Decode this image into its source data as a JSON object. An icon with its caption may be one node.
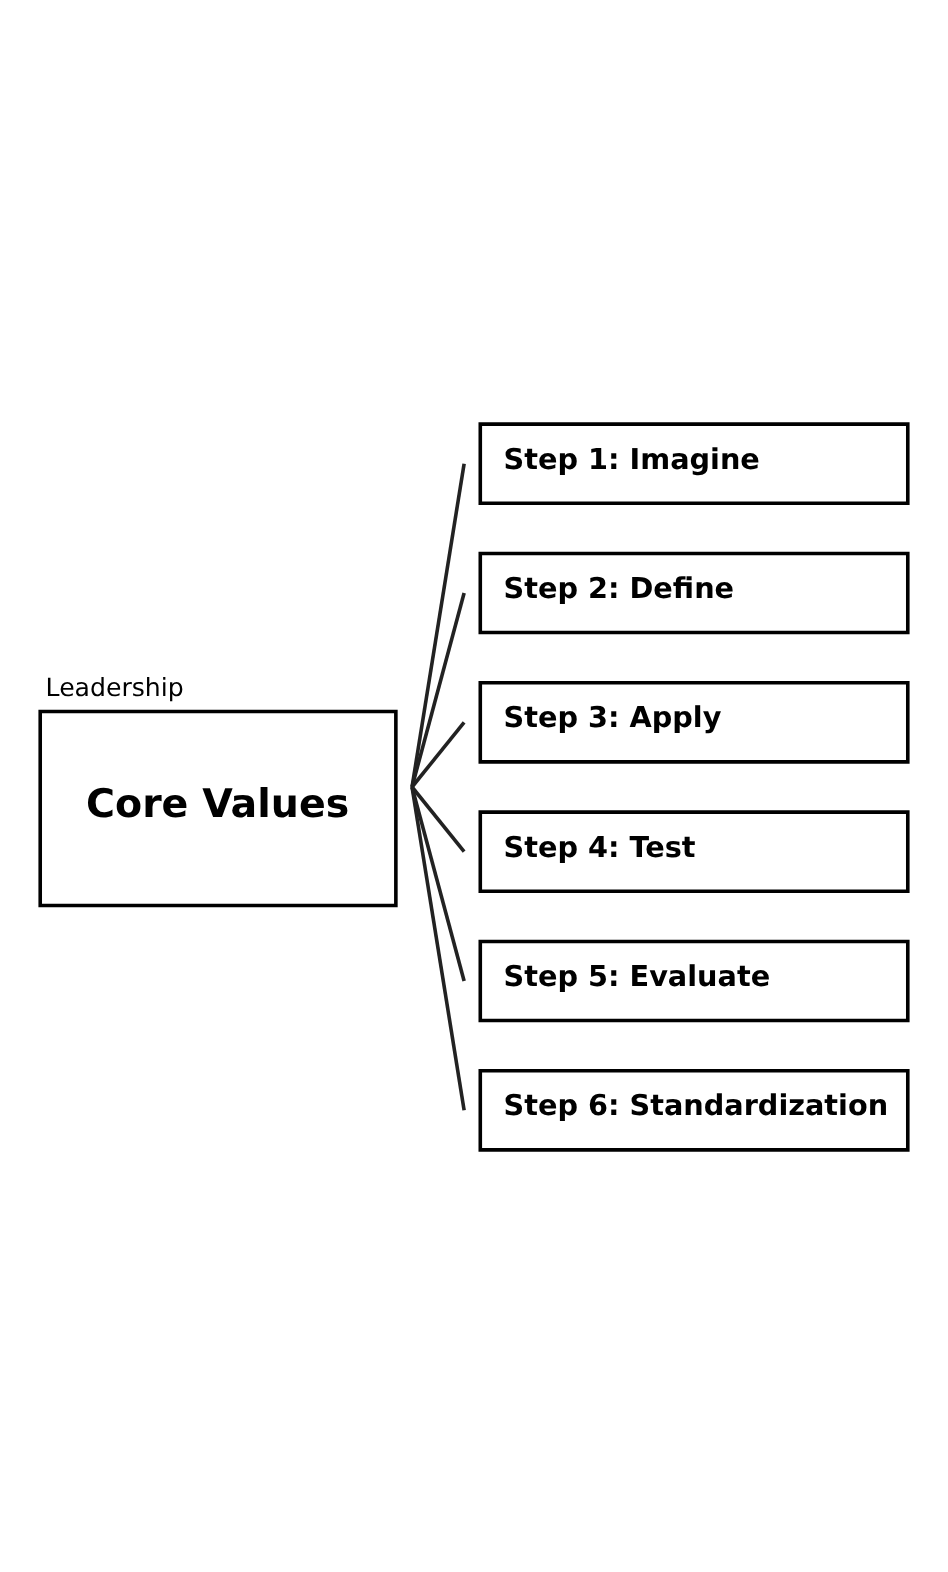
{
  "diagram": {
    "nodes": [
      {
        "text": [
          "Leadership",
          "Core Values"
        ]
      },
      {
        "text": [
          "Step 1: Imagine"
        ]
      },
      {
        "text": [
          "Step 2: Define"
        ]
      },
      {
        "text": [
          "Step 3: Apply"
        ]
      },
      {
        "text": [
          "Step 4: Test"
        ]
      },
      {
        "text": [
          "Step 5: Evaluate"
        ]
      },
      {
        "text": [
          "Step 6: Standardization"
        ]
      }
    ],
    "edges": [
      {
        "from": 0,
        "to": 1,
        "arrow": "none"
      },
      {
        "from": 0,
        "to": 2,
        "arrow": "none"
      },
      {
        "from": 0,
        "to": 3,
        "arrow": "none"
      },
      {
        "from": 0,
        "to": 4,
        "arrow": "none"
      },
      {
        "from": 0,
        "to": 5,
        "arrow": "none"
      },
      {
        "from": 0,
        "to": 6,
        "arrow": "none"
      }
    ]
  }
}
